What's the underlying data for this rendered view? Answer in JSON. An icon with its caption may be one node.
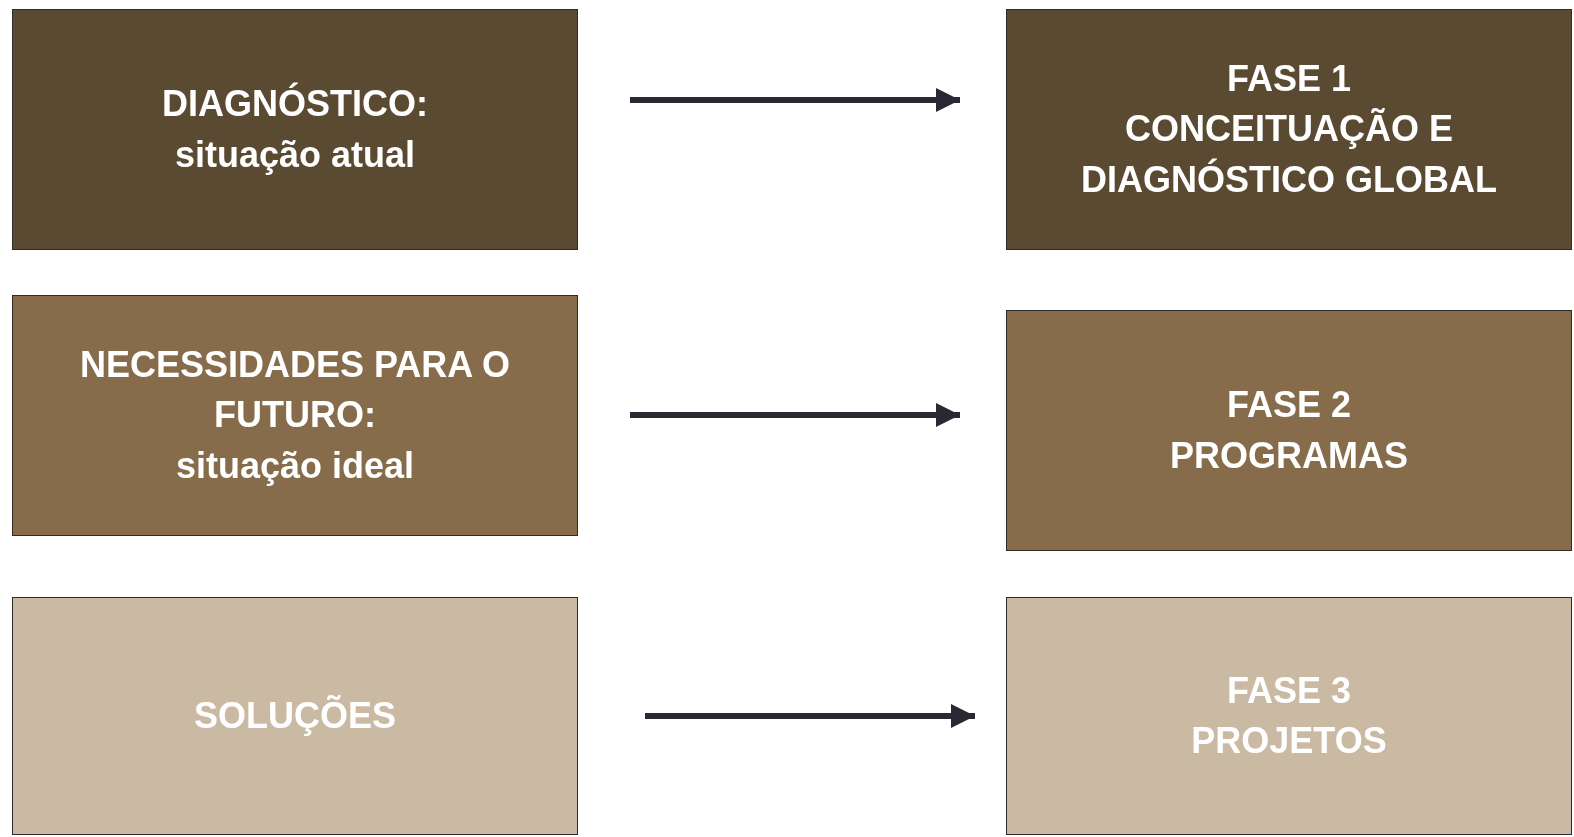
{
  "diagram": {
    "nodes": [
      {
        "text": [
          "DIAGNÓSTICO:",
          "situação atual"
        ]
      },
      {
        "text": [
          "FASE 1",
          "CONCEITUAÇÃO E DIAGNÓSTICO GLOBAL"
        ]
      },
      {
        "text": [
          "NECESSIDADES PARA O FUTURO:",
          "situação ideal"
        ]
      },
      {
        "text": [
          "FASE 2",
          "PROGRAMAS"
        ]
      },
      {
        "text": [
          "SOLUÇÕES"
        ]
      },
      {
        "text": [
          "FASE 3",
          "PROJETOS"
        ]
      }
    ],
    "edges": [
      {
        "from": 0,
        "to": 1,
        "arrow": "to"
      },
      {
        "from": 2,
        "to": 3,
        "arrow": "to"
      },
      {
        "from": 4,
        "to": 5,
        "arrow": "to"
      }
    ]
  }
}
